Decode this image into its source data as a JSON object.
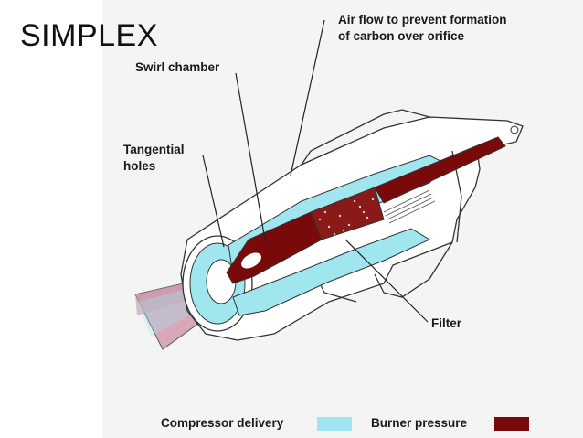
{
  "title": "SIMPLEX",
  "labels": {
    "air_flow_line1": "Air flow to prevent formation",
    "air_flow_line2": "of carbon over orifice",
    "swirl_chamber": "Swirl chamber",
    "tangential_line1": "Tangential",
    "tangential_line2": "holes",
    "filter": "Filter"
  },
  "legend": {
    "compressor_label": "Compressor delivery",
    "burner_label": "Burner pressure",
    "compressor_color": "#9fe6ee",
    "burner_color": "#7a0a0a"
  }
}
